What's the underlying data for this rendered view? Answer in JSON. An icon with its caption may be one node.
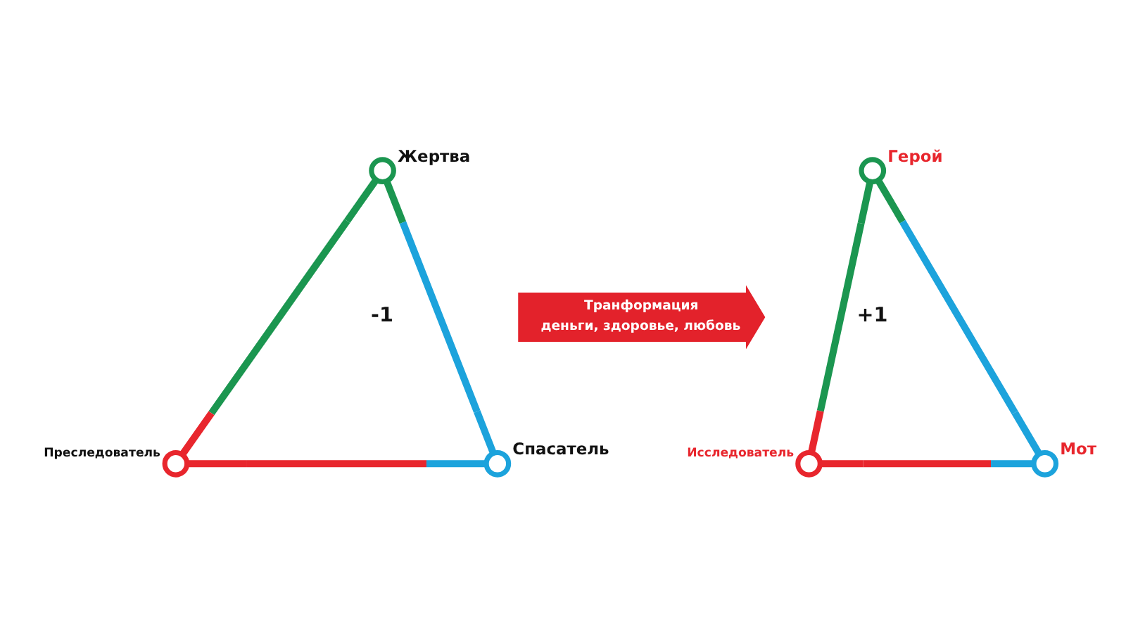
{
  "diagram": {
    "nodes": [
      {
        "text": [],
        "shape": "circle",
        "beside": [
          "Жертва"
        ]
      },
      {
        "text": [],
        "shape": "circle",
        "beside": [
          "Преследователь"
        ]
      },
      {
        "text": [],
        "shape": "circle",
        "beside": [
          "Спасатель"
        ]
      },
      {
        "text": [
          "Транформация",
          "деньги, здоровье, любовь"
        ]
      },
      {
        "text": [],
        "shape": "circle",
        "beside": [
          "Герой"
        ]
      },
      {
        "text": [],
        "shape": "circle",
        "beside": [
          "Исследователь"
        ]
      },
      {
        "text": [],
        "shape": "circle",
        "beside": [
          "Мот"
        ]
      }
    ],
    "edges": [
      {
        "from": 0,
        "to": 1,
        "arrow": "none",
        "color": "#1b9650"
      },
      {
        "from": 0,
        "to": 2,
        "arrow": "none",
        "color": "#1ca3dc"
      },
      {
        "from": 1,
        "to": 2,
        "arrow": "none",
        "color": "#e8262d"
      },
      {
        "from": 4,
        "to": 5,
        "arrow": "none",
        "color": "#1b9650"
      },
      {
        "from": 4,
        "to": 6,
        "arrow": "none",
        "color": "#1ca3dc"
      },
      {
        "from": 5,
        "to": 6,
        "arrow": "none",
        "color": "#e8262d"
      }
    ],
    "labels": [
      "-1",
      "+1"
    ]
  }
}
